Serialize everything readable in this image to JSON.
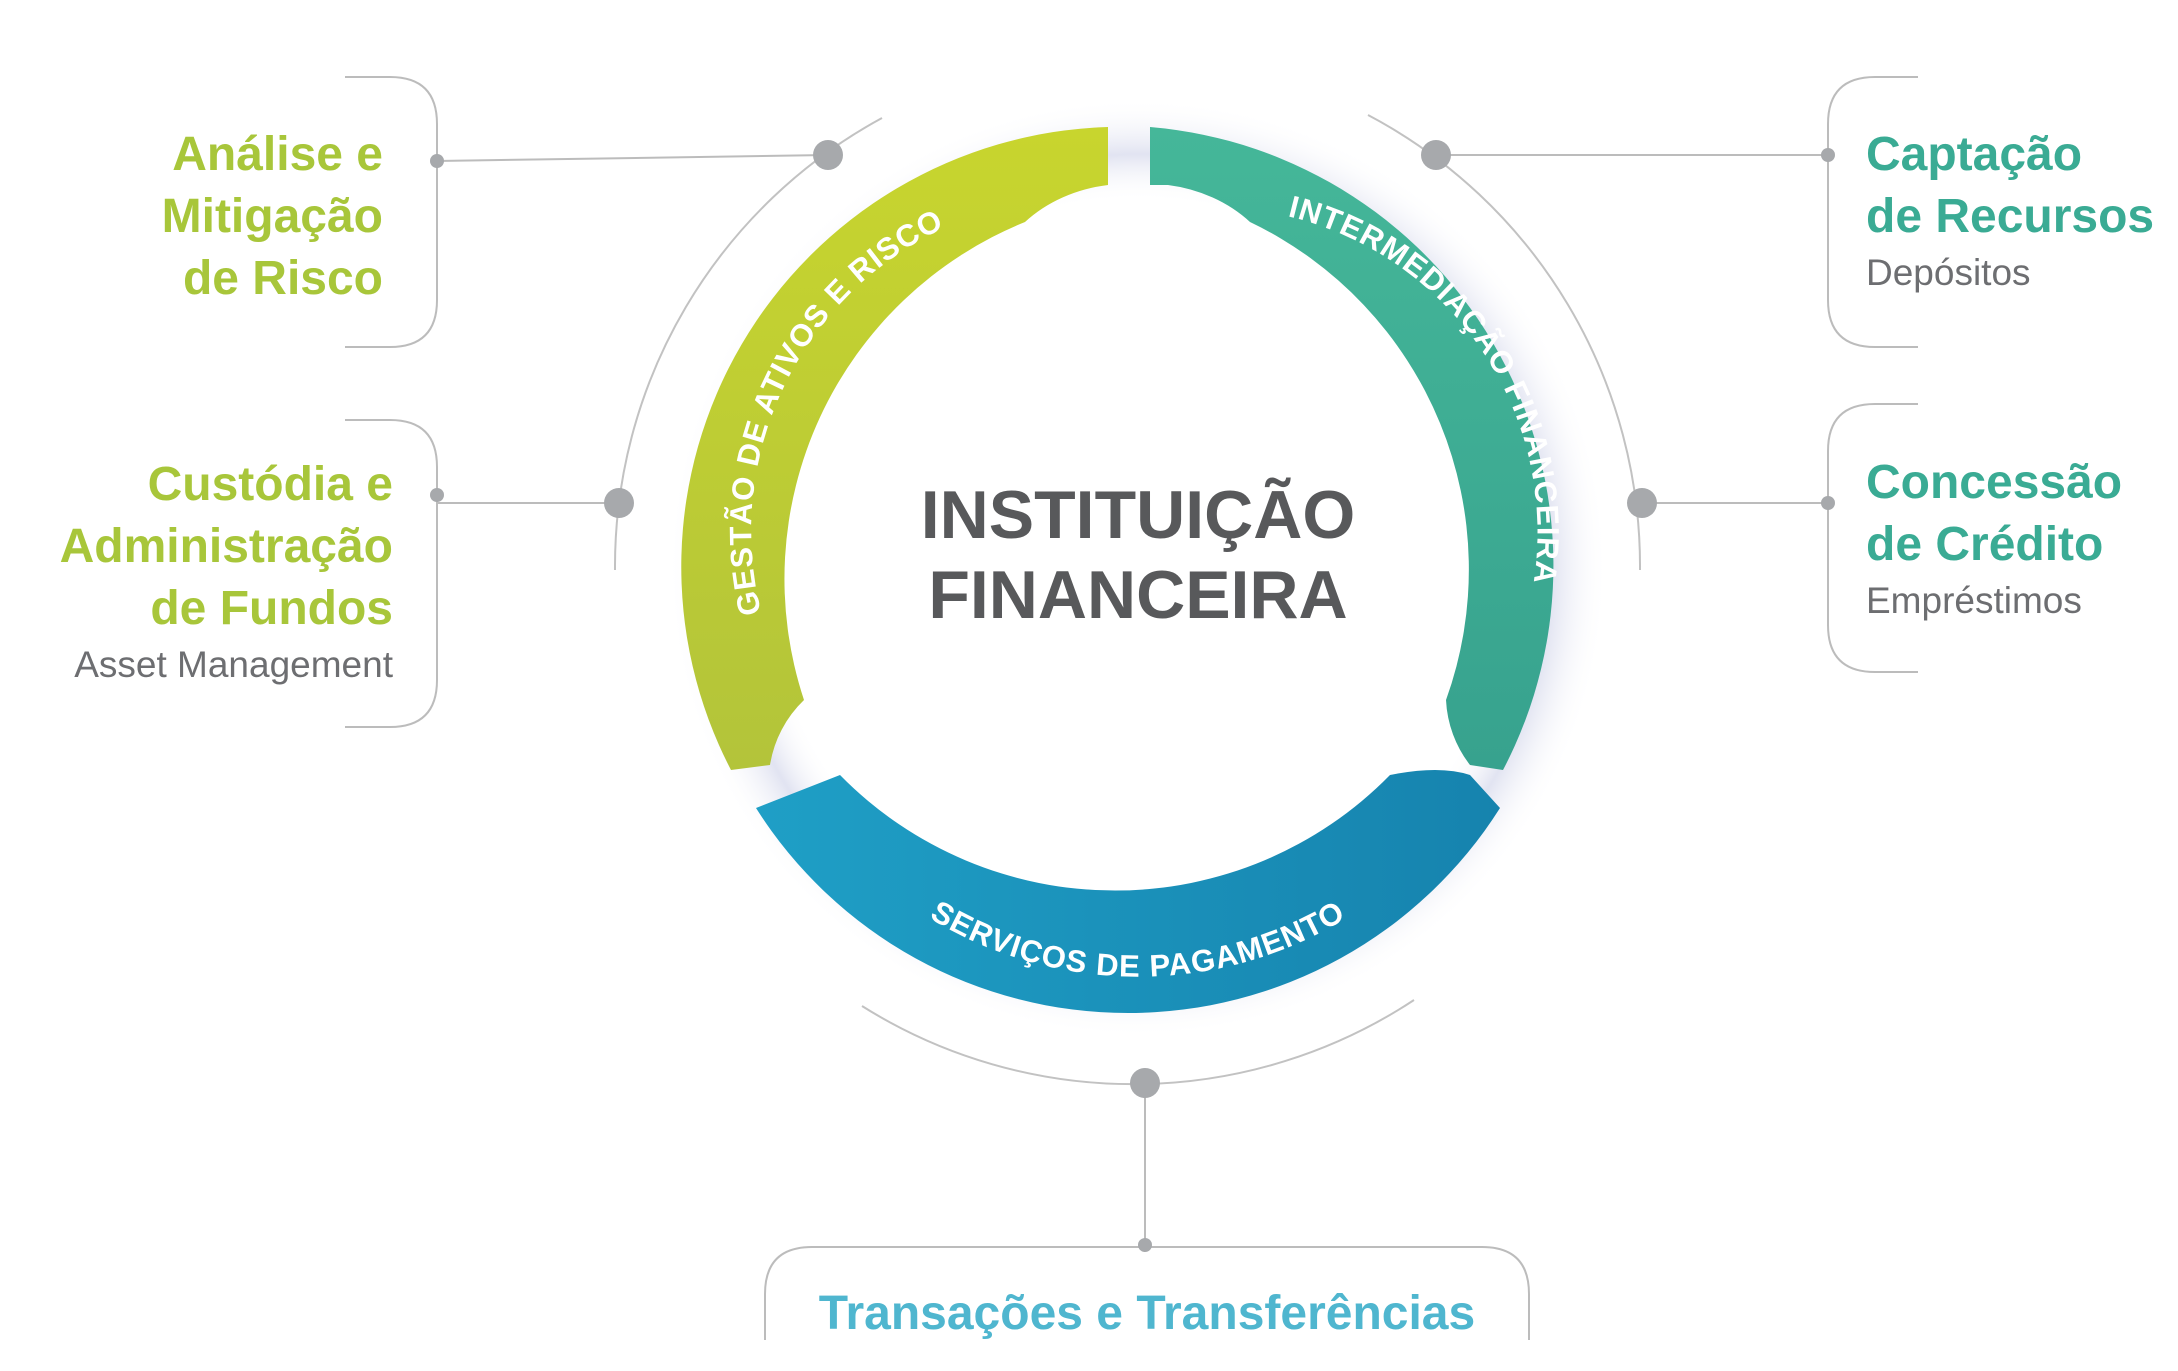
{
  "center": {
    "line1": "INSTITUIÇÃO",
    "line2": "FINANCEIRA"
  },
  "ring": {
    "segments": [
      {
        "label": "GESTÃO DE ATIVOS E RISCO"
      },
      {
        "label": "INTERMEDIAÇÃO FINANCEIRA"
      },
      {
        "label": "SERVIÇOS DE PAGAMENTO"
      }
    ]
  },
  "callouts": {
    "analise": {
      "lines": [
        "Análise e",
        "Mitigação",
        "de Risco"
      ]
    },
    "custodia": {
      "lines": [
        "Custódia e",
        "Administração",
        "de Fundos"
      ],
      "sub": "Asset Management"
    },
    "captacao": {
      "lines": [
        "Captação",
        "de Recursos"
      ],
      "sub": "Depósitos"
    },
    "concessao": {
      "lines": [
        "Concessão",
        "de Crédito"
      ],
      "sub": "Empréstimos"
    },
    "transacoes": {
      "lines": [
        "Transações e Transferências"
      ]
    }
  },
  "colors": {
    "lime": "#a8c63a",
    "teal": "#3aab94",
    "blue": "#1a8fbd",
    "cyan": "#4fb6cf",
    "gray_text": "#6d6e71",
    "center_text": "#58595b",
    "connector": "#b3b3b3",
    "dot": "#a7a9ac"
  }
}
